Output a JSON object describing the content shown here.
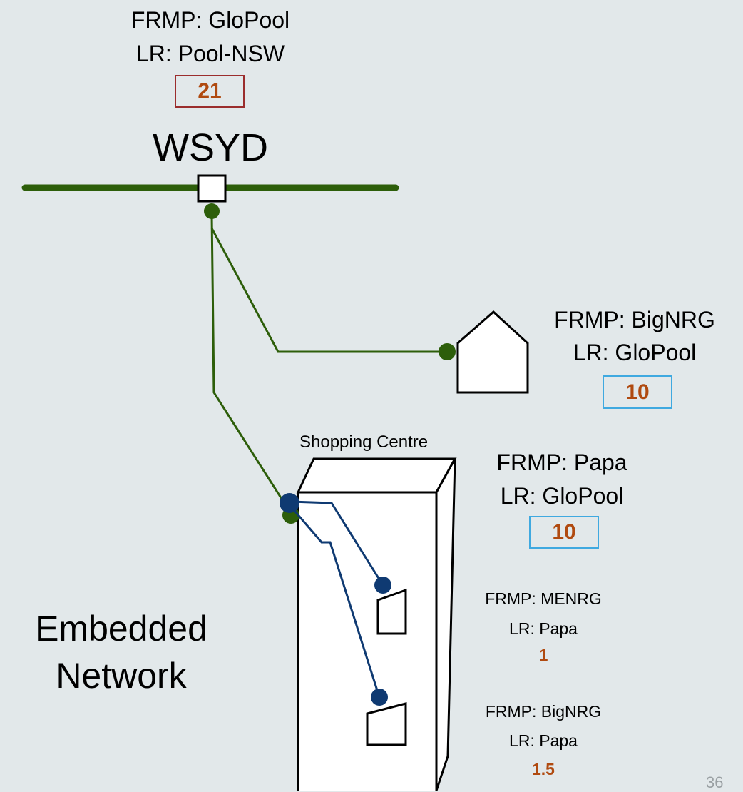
{
  "bus": {
    "name": "WSYD",
    "frmp": "FRMP: GloPool",
    "lr": "LR: Pool-NSW",
    "value": "21"
  },
  "house": {
    "frmp": "FRMP: BigNRG",
    "lr": "LR: GloPool",
    "value": "10"
  },
  "shopping_centre": {
    "title": "Shopping Centre",
    "frmp": "FRMP: Papa",
    "lr": "LR: GloPool",
    "value": "10"
  },
  "unit1": {
    "frmp": "FRMP: MENRG",
    "lr": "LR: Papa",
    "value": "1"
  },
  "unit2": {
    "frmp": "FRMP: BigNRG",
    "lr": "LR: Papa",
    "value": "1.5"
  },
  "embedded_network": {
    "line1": "Embedded",
    "line2": "Network"
  },
  "page_number": "36",
  "colors": {
    "background": "#e2e8ea",
    "green": "#2d5e0a",
    "blue": "#0f3a72",
    "value": "#b04a10",
    "red_box": "#9b2d2d",
    "blue_box": "#3fa9e0"
  }
}
